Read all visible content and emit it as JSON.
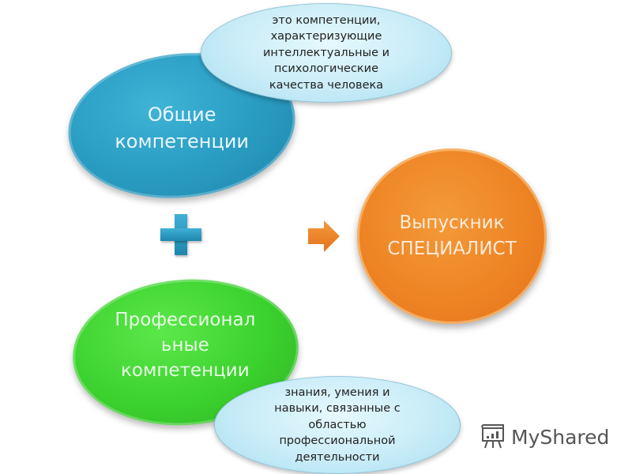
{
  "diagram": {
    "general_competencies": {
      "label_line1": "Общие",
      "label_line2": "компетенции",
      "color": "#2a9dc3"
    },
    "general_description": {
      "lines": [
        "это компетенции,",
        "характеризующие",
        "интеллектуальные и",
        "психологические",
        "качества человека"
      ],
      "color": "#c8ecf7"
    },
    "plus_icon": {
      "color": "#2a9dc3"
    },
    "professional_competencies": {
      "label_line1": "Профессионал",
      "label_line2": "ьные",
      "label_line3": "компетенции",
      "color": "#3bd12e"
    },
    "professional_description": {
      "lines": [
        "знания, умения и",
        "навыки, связанные с",
        "областью",
        "профессиональной",
        "деятельности"
      ],
      "color": "#c8ecf7"
    },
    "arrow_icon": {
      "color": "#ee8424"
    },
    "result": {
      "label_line1": "Выпускник",
      "label_line2": "СПЕЦИАЛИСТ",
      "color": "#ee8424"
    }
  },
  "watermark": {
    "text": "MyShared",
    "icon": "presentation-board-icon"
  }
}
